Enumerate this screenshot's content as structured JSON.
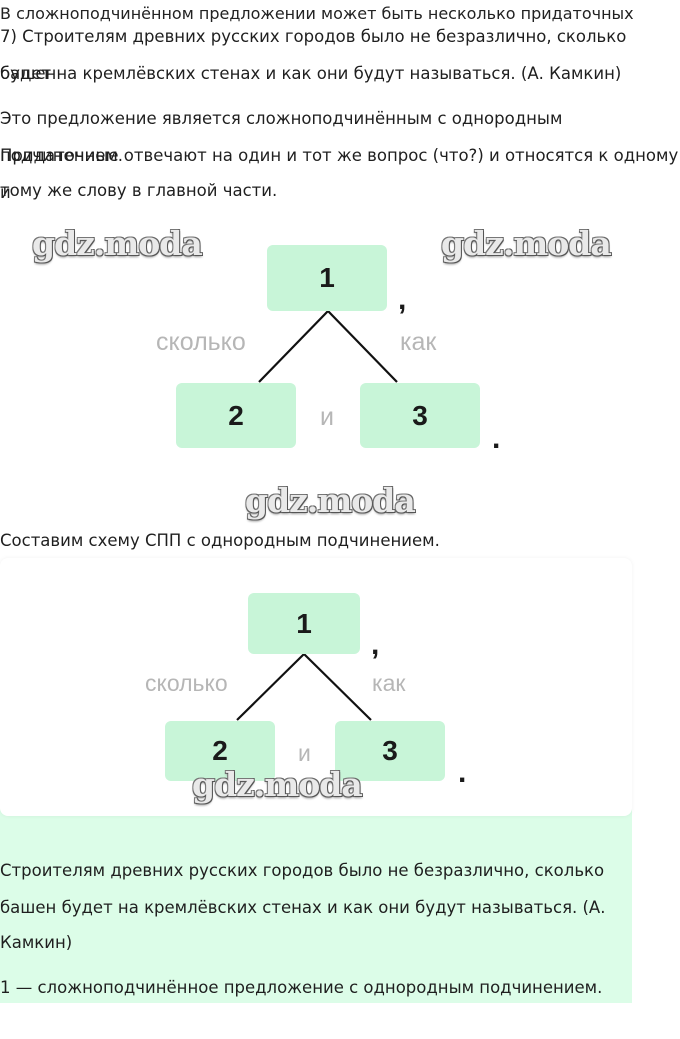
{
  "cut_text": "В сложноподчинённом предложении может быть несколько придаточных",
  "task": {
    "line1": "7) Строителям древних русских городов было не безразлично, сколько башен",
    "line2": "будет на кремлёвских стенах и как они будут называться. (А. Камкин)"
  },
  "explanation": {
    "line1": "Это предложение является сложноподчинённым с однородным подчинением.",
    "line2": "Придаточные отвечают на один и тот же вопрос (что?) и относятся к одному и",
    "line3": "тому же слову в главной части."
  },
  "watermark": "gdz.moda",
  "diagram1": {
    "main": "1",
    "left": "2",
    "right": "3",
    "left_word": "сколько",
    "right_word": "как",
    "joiner": "и",
    "comma": ",",
    "period": "."
  },
  "compose_text": "Составим схему СПП с однородным подчинением.",
  "diagram2": {
    "main": "1",
    "left": "2",
    "right": "3",
    "left_word": "сколько",
    "right_word": "как",
    "joiner": "и",
    "comma": ",",
    "period": "."
  },
  "answer": {
    "line1": "Строителям древних русских городов было не безразлично, сколько",
    "line2": "башен будет на кремлёвских стенах и как они будут называться. (А.",
    "line3": "Камкин)",
    "line4": "1 — сложноподчинённое предложение с однородным подчинением."
  },
  "colors": {
    "box": "#c8f5d8",
    "answer_bg": "#dcfde8",
    "label": "#b6b6b6"
  }
}
